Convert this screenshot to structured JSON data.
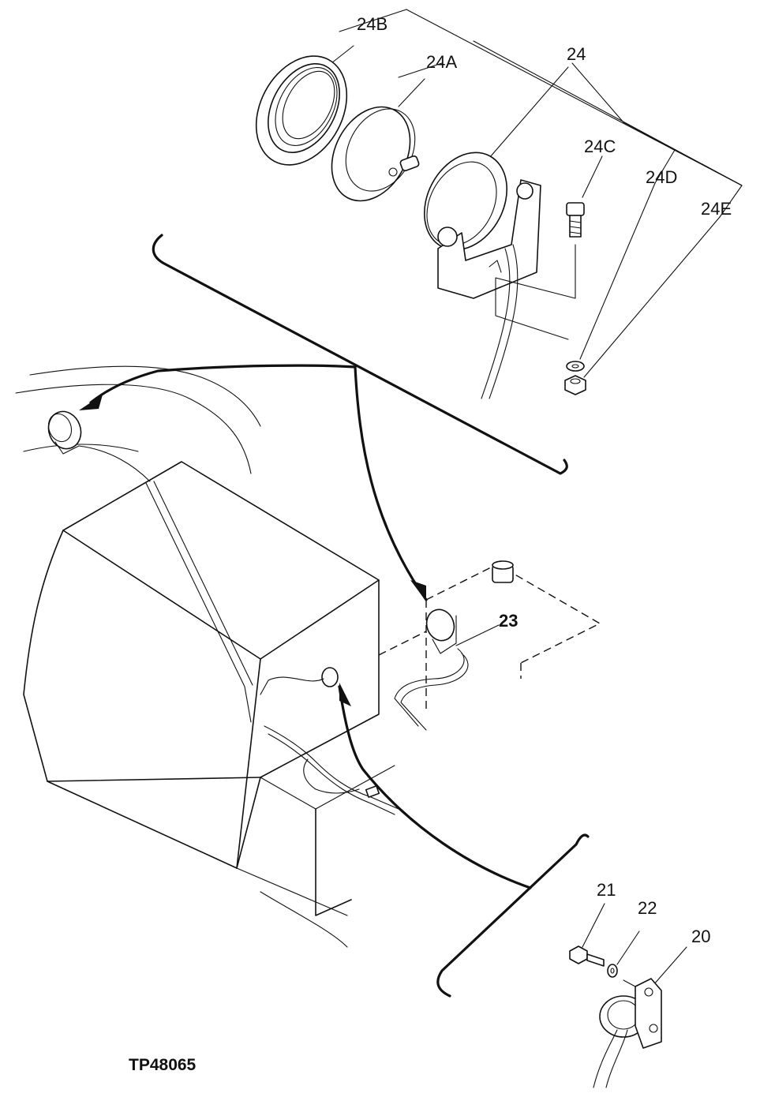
{
  "figure_id": "TP48065",
  "callouts": {
    "c24": "24",
    "c24A": "24A",
    "c24B": "24B",
    "c24C": "24C",
    "c24D": "24D",
    "c24E": "24E",
    "c23": "23",
    "c20": "20",
    "c21": "21",
    "c22": "22"
  }
}
